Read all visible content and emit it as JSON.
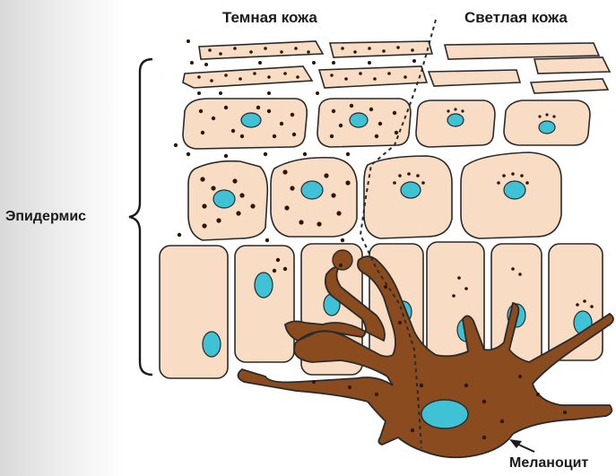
{
  "labels": {
    "dark_skin": "Темная кожа",
    "light_skin": "Светлая кожа",
    "epidermis": "Эпидермис",
    "melanocyte": "Меланоцит"
  },
  "colors": {
    "cell_fill": "#f8dcc4",
    "cell_outline": "#2a2a2a",
    "nucleus": "#3fc1d6",
    "melanin": "#2b1608",
    "melanocyte_body": "#8a4b1f",
    "background_strip": "#e3e3e3"
  }
}
